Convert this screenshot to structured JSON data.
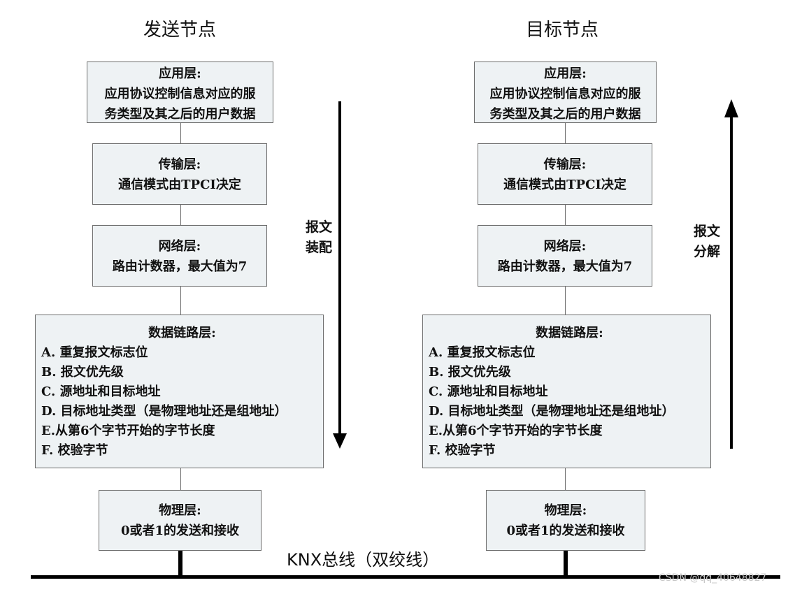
{
  "sender": {
    "title": "发送节点",
    "app_layer": {
      "head": "应用层:",
      "lines": [
        "应用协议控制信息对应的服",
        "务类型及其之后的用户数据"
      ]
    },
    "transport_layer": {
      "head": "传输层:",
      "lines": [
        "通信模式由TPCI决定"
      ]
    },
    "network_layer": {
      "head": "网络层:",
      "lines": [
        "路由计数器，最大值为7"
      ]
    },
    "datalink_layer": {
      "head": "数据链路层:",
      "items": [
        "A. 重复报文标志位",
        "B. 报文优先级",
        "C. 源地址和目标地址",
        "D. 目标地址类型（是物理地址还是组地址）",
        "E.从第6个字节开始的字节长度",
        "F. 校验字节"
      ]
    },
    "physical_layer": {
      "head": "物理层:",
      "lines": [
        "0或者1的发送和接收"
      ]
    },
    "arrow_label": [
      "报文",
      "装配"
    ]
  },
  "target": {
    "title": "目标节点",
    "app_layer": {
      "head": "应用层:",
      "lines": [
        "应用协议控制信息对应的服",
        "务类型及其之后的用户数据"
      ]
    },
    "transport_layer": {
      "head": "传输层:",
      "lines": [
        "通信模式由TPCI决定"
      ]
    },
    "network_layer": {
      "head": "网络层:",
      "lines": [
        "路由计数器，最大值为7"
      ]
    },
    "datalink_layer": {
      "head": "数据链路层:",
      "items": [
        "A. 重复报文标志位",
        "B. 报文优先级",
        "C. 源地址和目标地址",
        "D. 目标地址类型（是物理地址还是组地址）",
        "E.从第6个字节开始的字节长度",
        "F. 校验字节"
      ]
    },
    "physical_layer": {
      "head": "物理层:",
      "lines": [
        "0或者1的发送和接收"
      ]
    },
    "arrow_label": [
      "报文",
      "分解"
    ]
  },
  "bus_label": "KNX总线（双绞线）",
  "watermark": "CSDN @qq_40648827"
}
